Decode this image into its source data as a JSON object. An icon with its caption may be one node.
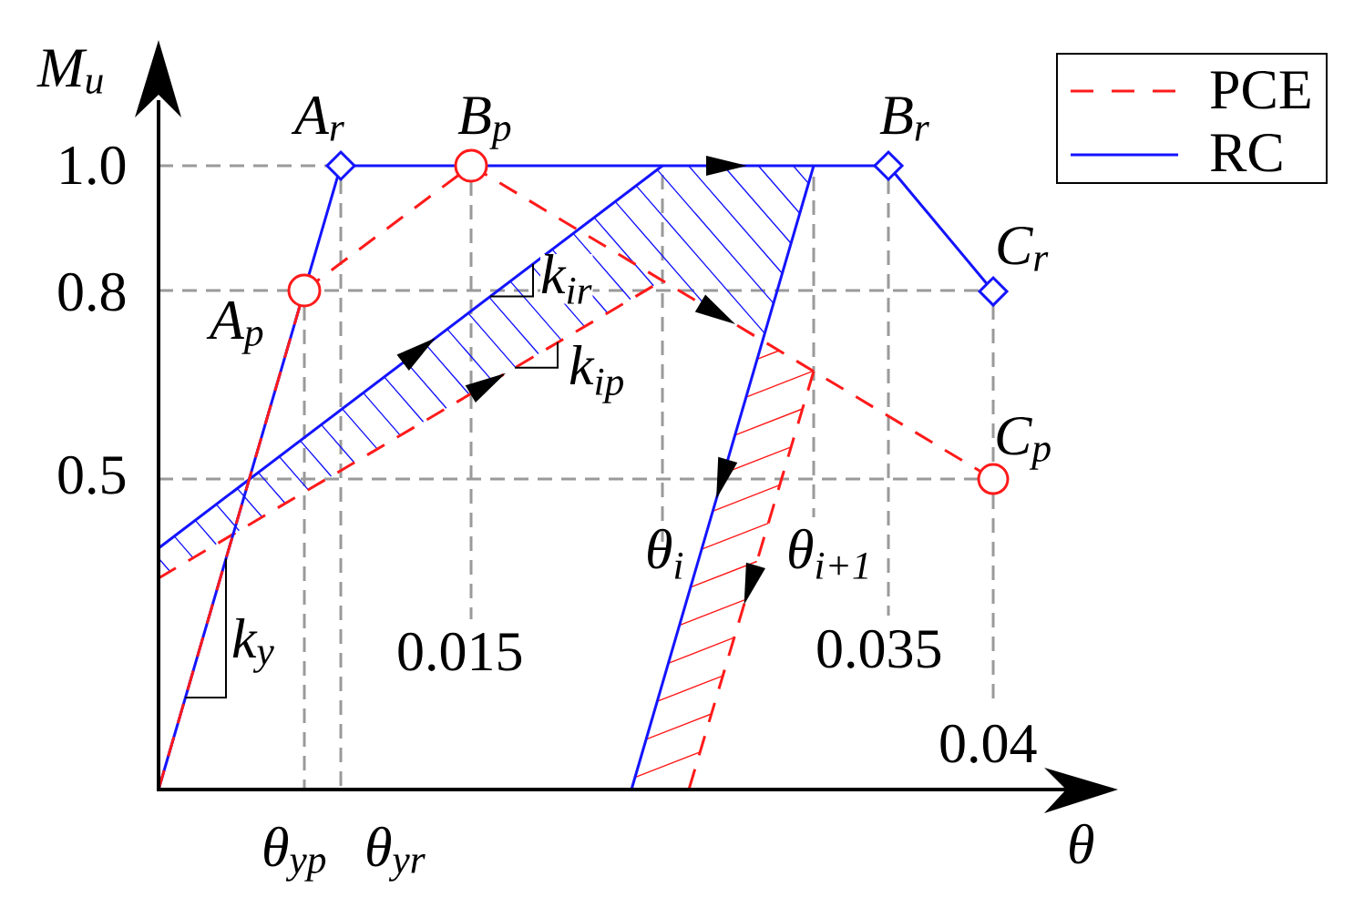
{
  "diagram": {
    "labels": [
      "M$_{u}$",
      "A$_{r}$",
      "B$_{p}$",
      "B$_{r}$",
      "1.0",
      "C$_{r}$",
      "0.8",
      "k$_{ir}$",
      "A$_{p}$",
      "k$_{ip}$",
      "C$_{p}$",
      "0.5",
      "θ$_{i}$",
      "θ$_{i+1}$",
      "k$_{y}$",
      "0.015",
      "0.035",
      "0.04",
      "θ$_{yp}$",
      "θ$_{yr}$",
      "θ"
    ],
    "legend": [
      {
        "text": "PCE"
      },
      {
        "text": "RC"
      }
    ]
  }
}
